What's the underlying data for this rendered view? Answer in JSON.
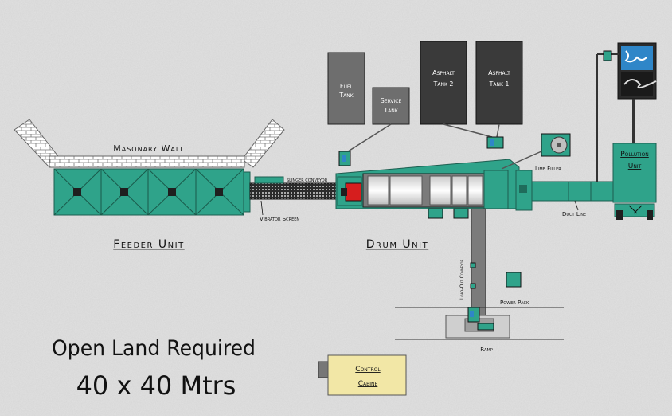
{
  "labels": {
    "masonry_wall": "Masonary Wall",
    "feeder_unit": "Feeder Unit",
    "vibrator_screen": "Vibrator Screen",
    "slinger_conveyor": "Slinger Conveyor",
    "drum_unit": "Drum Unit",
    "fuel_tank": [
      "Fuel",
      "Tank"
    ],
    "service_tank": [
      "Service",
      "Tank"
    ],
    "asphalt_tank_2": [
      "Asphalt",
      "Tank 2"
    ],
    "asphalt_tank_1": [
      "Asphalt",
      "Tank 1"
    ],
    "lime_filler": "Lime Filler",
    "pollution_unit": [
      "Pollution",
      "Unit"
    ],
    "duct_line": "Duct Line",
    "load_out_conveyor": "Load-Out Conveyor",
    "power_pack": "Power Pack",
    "ramp": "Ramp",
    "control_cabine": [
      "Control",
      "Cabine"
    ],
    "open_land_line1": "Open Land Required",
    "open_land_line2": "40 x 40 Mtrs"
  },
  "colors": {
    "background": "#e2e2e2",
    "equipment_teal": "#2fa38a",
    "tank_dark": "#3a3a3a",
    "tank_grey": "#6e6e6e",
    "drum_grey": "#7b7b7b",
    "control_yellow": "#f2e7a6",
    "burner_red": "#d61e1e",
    "mixer_blue": "#2f86c8"
  }
}
